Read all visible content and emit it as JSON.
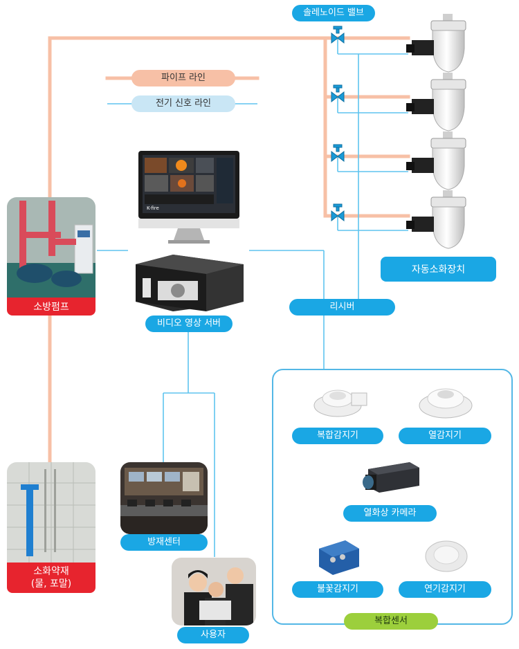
{
  "legend": {
    "pipe_line": "파이프 라인",
    "signal_line": "전기 신호 라인"
  },
  "labels": {
    "solenoid_valve": "솔레노이드 밸브",
    "auto_extinguisher": "자동소화장치",
    "receiver": "리시버",
    "fire_pump": "소방펌프",
    "video_server": "비디오 영상 서버",
    "extinguishing_agent_line1": "소화약재",
    "extinguishing_agent_line2": "(물, 포말)",
    "disaster_center": "방재센터",
    "user": "사용자",
    "composite_sensor": "복합센서"
  },
  "sensors": {
    "composite_detector": "복합감지기",
    "heat_detector": "열감지기",
    "thermal_camera": "열화상 카메라",
    "flame_detector": "불꽃감지기",
    "smoke_detector": "연기감지기"
  },
  "monitor_logo": "K-fire",
  "colors": {
    "pipe": "#f7c0a6",
    "signal": "#5ec4ef",
    "label_blue": "#1aa7e4",
    "label_red": "#e7242e",
    "label_green": "#9ccf3c",
    "panel_border": "#53b7e6"
  }
}
